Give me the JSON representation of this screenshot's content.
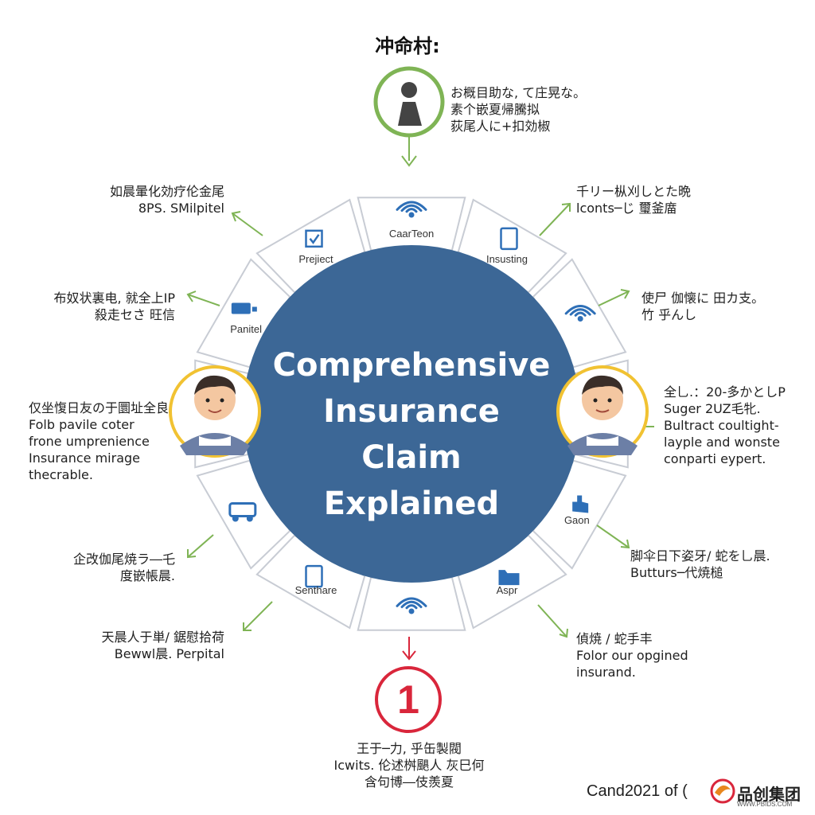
{
  "title": "冲命村:",
  "center_title_lines": [
    "Comprehensive",
    "Insurance",
    "Claim",
    "Explained"
  ],
  "top_note": [
    "お概目助な, て庄晃な。",
    "素个嵌夏帰騰拟",
    "荻尾人に+扣効椒"
  ],
  "notes": {
    "upper_left": [
      "如晨暈化効疗伦金尾",
      "8PS. SMilpitel"
    ],
    "mid_left": [
      "布奴状裏电, 就全上IP",
      "殺走セさ 旺信"
    ],
    "left_avatar": [
      "仅坐愎日友の于圜址全良",
      "Folb  pavile  coter",
      "frone  umprenience",
      "Insurance  mirage",
      "thecrable."
    ],
    "lower_left": [
      "企改伽尾焼ラ―乇",
      "度嵌帳晨."
    ],
    "bottom_left": [
      "天晨人于単/ 鋸慰拾荷",
      "Bewwl晨. Perpital"
    ],
    "upper_right": [
      "千リー枞刈しとた晩",
      "lconts─じ 璽釜庿"
    ],
    "mid_right": [
      "使尸 伽懐に 田カ支。",
      "竹 乎んし"
    ],
    "right_avatar": [
      "全乚.：20-多かとしP",
      "Suger  2UZ毛牝.",
      "Bultract  coultight-",
      "layple  and  wonste",
      "conparti  eypert."
    ],
    "lower_right": [
      "脚伞日下姿牙/ 蛇を乚晨.",
      "Butturs─代焼槌"
    ],
    "bottom_right": [
      "偵焼 / 蛇手丰",
      "Folor  our  opgined",
      "insurand."
    ],
    "bottom_center": [
      "王于─力,  乎缶製閥",
      "Icwits.  伦述桝颶人 灰巳何",
      "含句博―伎羨夏"
    ]
  },
  "segments": [
    {
      "label": "CaarTeon",
      "icon": "wifi-icon"
    },
    {
      "label": "Insusting",
      "icon": "document-icon"
    },
    {
      "label": "",
      "icon": "wifi-icon"
    },
    {
      "label": "",
      "icon": "avatar-icon"
    },
    {
      "label": "Gaon",
      "icon": "hand-icon"
    },
    {
      "label": "Aspr",
      "icon": "folder-icon"
    },
    {
      "label": "",
      "icon": "wifi-icon"
    },
    {
      "label": "Senthare",
      "icon": "document-icon"
    },
    {
      "label": "",
      "icon": "car-icon"
    },
    {
      "label": "",
      "icon": "avatar-icon"
    },
    {
      "label": "Panitel",
      "icon": "vehicle-icon"
    },
    {
      "label": "Prejiect",
      "icon": "checkbox-icon"
    }
  ],
  "step_number": "1",
  "footer_label": "Cand2021 of (",
  "brand": {
    "name": "品创集团",
    "url": "WWW.PBIDS.COM"
  },
  "colors": {
    "center_fill": "#3c6796",
    "accent_green": "#7fb455",
    "accent_red": "#d9263b",
    "avatar_ring": "#f1c232",
    "icon_blue": "#2e6fb7",
    "segment_border": "#c8ccd4"
  }
}
